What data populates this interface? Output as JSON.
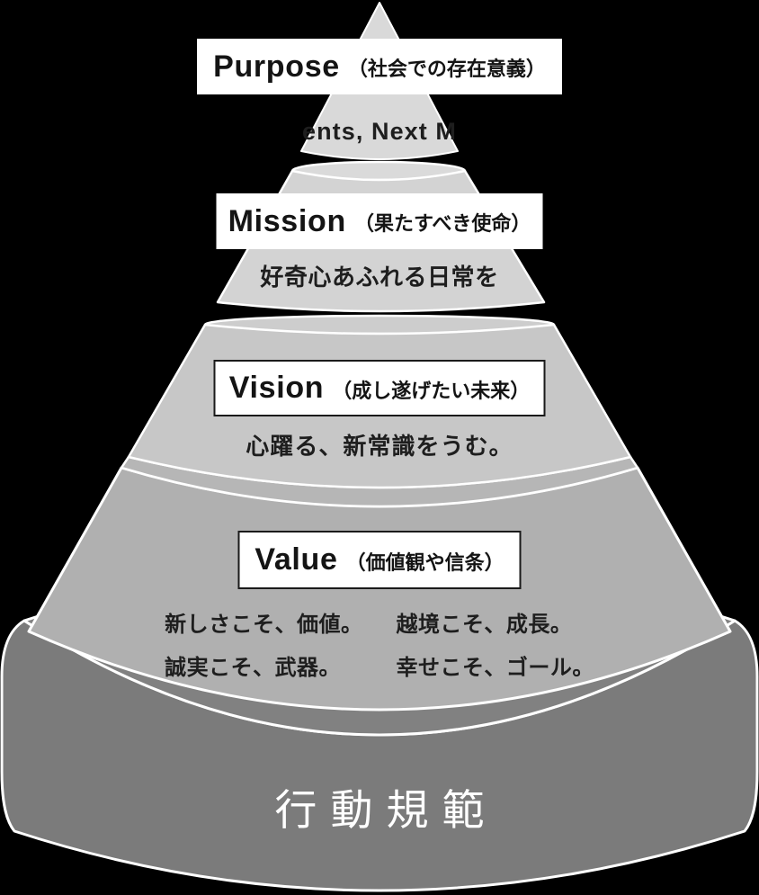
{
  "colors": {
    "background": "#000000",
    "stroke": "#ffffff",
    "box_bg": "#ffffff",
    "box_border": "#1a1a1a",
    "text_dark": "#1e1e1e",
    "text_white": "#ffffff",
    "seg1": "#d9d9d9",
    "seg2_top": "#dadada",
    "seg2": "#d3d3d3",
    "seg3_top": "#cdcdcd",
    "seg3": "#c7c7c7",
    "seg4_top": "#b6b6b6",
    "seg4": "#b0b0b0",
    "drum_top": "#818181",
    "drum": "#7b7b7b"
  },
  "pyramid": {
    "purpose": {
      "label_en": "Purpose",
      "label_jp": "（社会での存在意義）",
      "statement": "ents, Next M"
    },
    "mission": {
      "label_en": "Mission",
      "label_jp": "（果たすべき使命）",
      "statement": "好奇心あふれる日常を"
    },
    "vision": {
      "label_en": "Vision",
      "label_jp": "（成し遂げたい未来）",
      "statement": "心躍る、新常識をうむ。"
    },
    "value": {
      "label_en": "Value",
      "label_jp": "（価値観や信条）",
      "statements": [
        "新しさこそ、価値。",
        "越境こそ、成長。",
        "誠実こそ、武器。",
        "幸せこそ、ゴール。"
      ]
    },
    "base": {
      "label": "行動規範"
    }
  }
}
